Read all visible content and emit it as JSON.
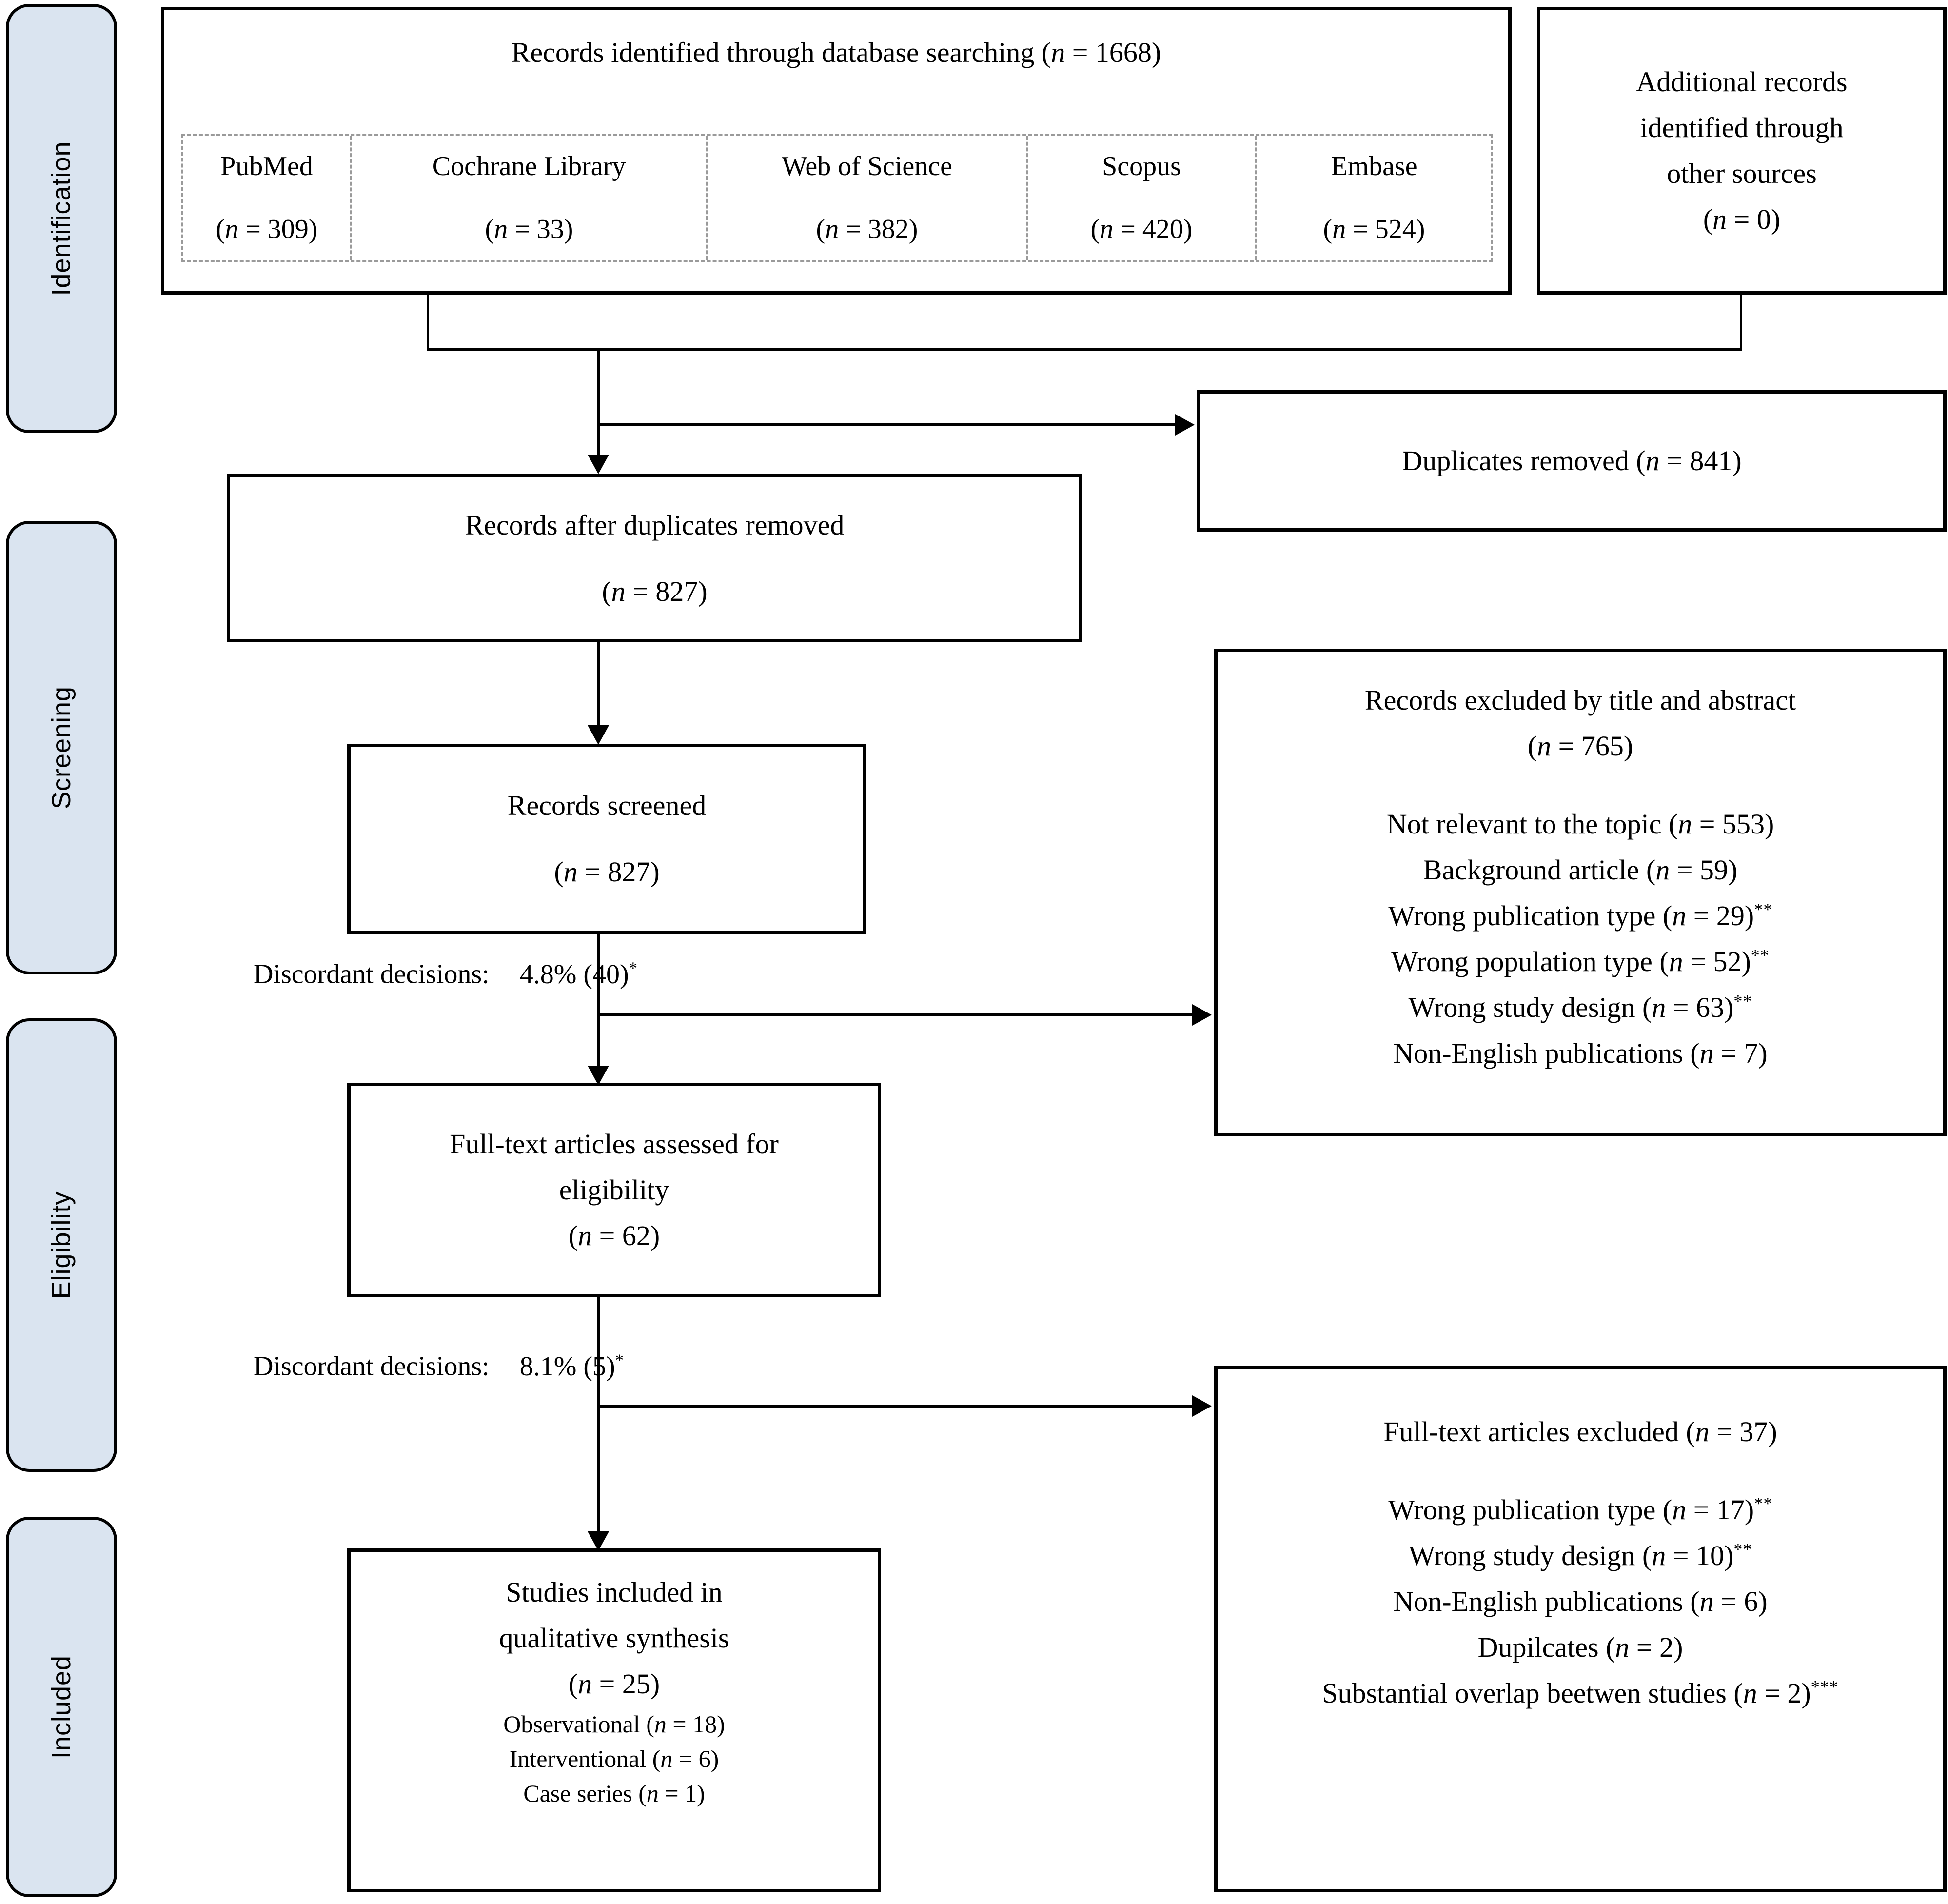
{
  "stages": [
    {
      "id": "identification",
      "label": "Identification"
    },
    {
      "id": "screening",
      "label": "Screening"
    },
    {
      "id": "eligibility",
      "label": "Eligibility"
    },
    {
      "id": "included",
      "label": "Included"
    }
  ],
  "identification": {
    "database_search": {
      "title": "Records identified through database searching (",
      "n_symbol": "n",
      "n_text": " = 1668)",
      "databases": [
        {
          "name": "PubMed",
          "n_symbol": "n",
          "n_text": " = 309)",
          "paren": "("
        },
        {
          "name": "Cochrane Library",
          "n_symbol": "n",
          "n_text": " = 33)",
          "paren": "("
        },
        {
          "name": "Web of Science",
          "n_symbol": "n",
          "n_text": " = 382)",
          "paren": "("
        },
        {
          "name": "Scopus",
          "n_symbol": "n",
          "n_text": " = 420)",
          "paren": "("
        },
        {
          "name": "Embase",
          "n_symbol": "n",
          "n_text": " = 524)",
          "paren": "("
        }
      ]
    },
    "additional_records": {
      "line1": "Additional records",
      "line2": "identified through",
      "line3": "other sources",
      "n_symbol": "n",
      "n_text": " = 0)",
      "paren": "("
    }
  },
  "duplicates_removed": {
    "label": "Duplicates removed  (",
    "n_symbol": "n",
    "n_text": " = 841)"
  },
  "records_after_duplicates": {
    "line1": "Records after duplicates removed",
    "paren": "(",
    "n_symbol": "n",
    "n_text": " = 827)"
  },
  "records_screened": {
    "line1": "Records screened",
    "paren": "(",
    "n_symbol": "n",
    "n_text": " = 827)"
  },
  "discordant_screening": {
    "label": "Discordant decisions:",
    "value": "4.8% (40)",
    "marker": "*"
  },
  "discordant_eligibility": {
    "label": "Discordant decisions:",
    "value": "8.1% (5)",
    "marker": "*"
  },
  "records_excluded": {
    "title": "Records excluded by title and abstract",
    "paren": "(",
    "n_symbol": "n",
    "n_text": " = 765)",
    "reasons": [
      {
        "text": "Not relevant to the topic (",
        "n_symbol": "n",
        "n_text": " = 553)",
        "marker": ""
      },
      {
        "text": "Background article (",
        "n_symbol": "n",
        "n_text": " = 59)",
        "marker": ""
      },
      {
        "text": "Wrong publication type (",
        "n_symbol": "n",
        "n_text": " = 29)",
        "marker": "**"
      },
      {
        "text": "Wrong population type (",
        "n_symbol": "n",
        "n_text": " = 52)",
        "marker": "**"
      },
      {
        "text": "Wrong study design (",
        "n_symbol": "n",
        "n_text": " = 63)",
        "marker": "**"
      },
      {
        "text": "Non-English publications (",
        "n_symbol": "n",
        "n_text": " = 7)",
        "marker": ""
      }
    ]
  },
  "fulltext_assessed": {
    "line1": "Full-text  articles assessed for",
    "line2": "eligibility",
    "paren": "(",
    "n_symbol": "n",
    "n_text": " = 62)"
  },
  "fulltext_excluded": {
    "title": "Full-text  articles excluded (",
    "n_symbol": "n",
    "n_text": " = 37)",
    "reasons": [
      {
        "text": "Wrong publication type (",
        "n_symbol": "n",
        "n_text": " = 17)",
        "marker": "**"
      },
      {
        "text": "Wrong study design (",
        "n_symbol": "n",
        "n_text": " = 10)",
        "marker": "**"
      },
      {
        "text": "Non-English publications (",
        "n_symbol": "n",
        "n_text": " = 6)",
        "marker": ""
      },
      {
        "text": "Dupilcates (",
        "n_symbol": "n",
        "n_text": " = 2)",
        "marker": ""
      },
      {
        "text": "Substantial overlap beetwen studies (",
        "n_symbol": "n",
        "n_text": " = 2)",
        "marker": "***"
      }
    ]
  },
  "studies_included": {
    "line1": "Studies included in",
    "line2": "qualitative synthesis",
    "paren": "(",
    "n_symbol": "n",
    "n_text": " = 25)",
    "breakdown": [
      {
        "text": "Observational (",
        "n_symbol": "n",
        "n_text": " = 18)"
      },
      {
        "text": "Interventional (",
        "n_symbol": "n",
        "n_text": " = 6)"
      },
      {
        "text": "Case series (",
        "n_symbol": "n",
        "n_text": " = 1)"
      }
    ]
  },
  "colors": {
    "stage_fill": "#dae4f0",
    "stroke": "#000000",
    "dashed_stroke": "#9a9a9a"
  }
}
